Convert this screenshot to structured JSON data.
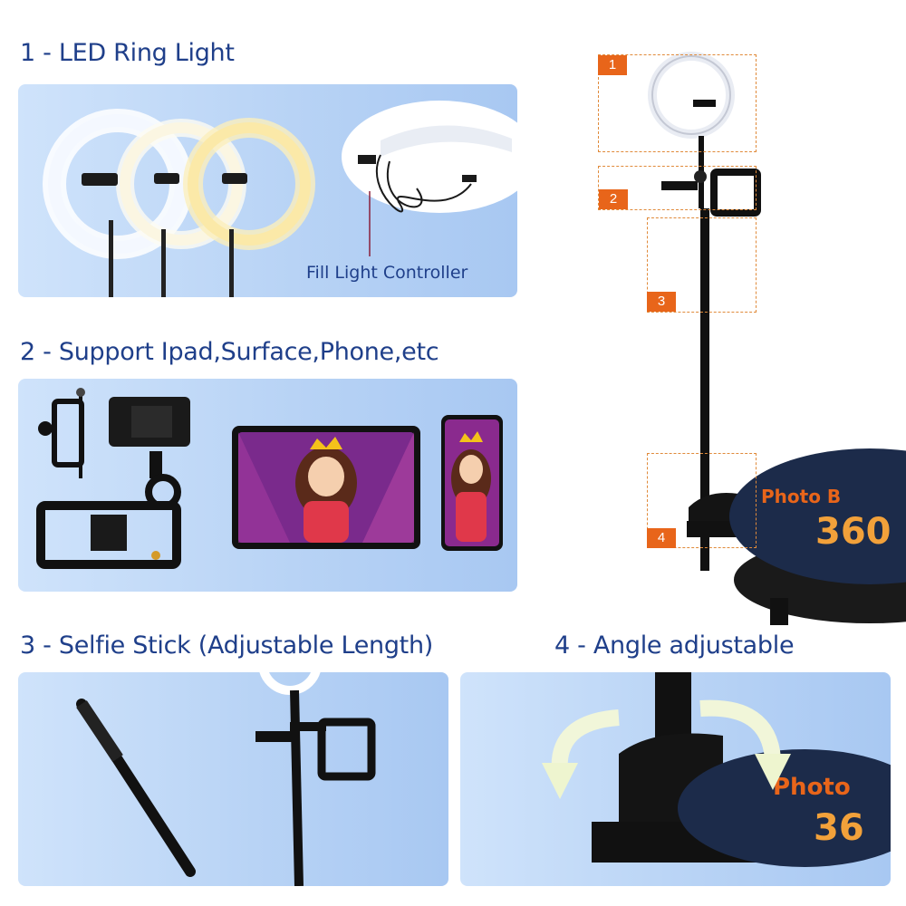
{
  "sections": [
    {
      "title": "1 - LED Ring Light"
    },
    {
      "title": "2 - Support Ipad,Surface,Phone,etc"
    },
    {
      "title": "3 - Selfie Stick (Adjustable Length)"
    },
    {
      "title": "4 - Angle adjustable"
    }
  ],
  "fill_light_label": "Fill Light Controller",
  "callouts": [
    "1",
    "2",
    "3",
    "4"
  ],
  "platform_text": {
    "line1": "Photo B",
    "line2": "360",
    "line3": "Photo",
    "line4": "36"
  },
  "colors": {
    "heading": "#1f3f8a",
    "badge": "#e8651a",
    "panel": "#b8d3f5",
    "platform": "#1c2b4a"
  }
}
